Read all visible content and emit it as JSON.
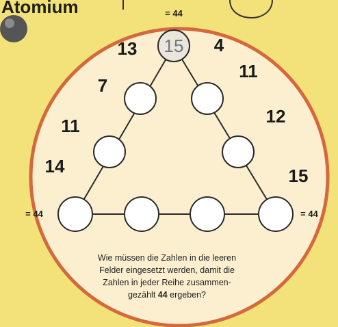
{
  "title": "Atomium",
  "colors": {
    "background": "#f3e27a",
    "disc": "#fbefcf",
    "disc_border": "#d5683c",
    "ink": "#1a1a1a"
  },
  "puzzle": {
    "sum_labels": {
      "top": "= 44",
      "left": "= 44",
      "right": "= 44"
    },
    "left_side_numbers": [
      "13",
      "7",
      "11",
      "14"
    ],
    "right_side_numbers": [
      "4",
      "11",
      "12",
      "15"
    ],
    "apex_circle_text": "15",
    "question": {
      "line1": "Wie müssen die Zahlen in die leeren",
      "line2": "Felder eingesetzt werden, damit die",
      "line3": "Zahlen in jeder Reihe zusammen-",
      "line4_pre": "gezählt",
      "line4_bold": "44",
      "line4_post": "ergeben?"
    }
  }
}
